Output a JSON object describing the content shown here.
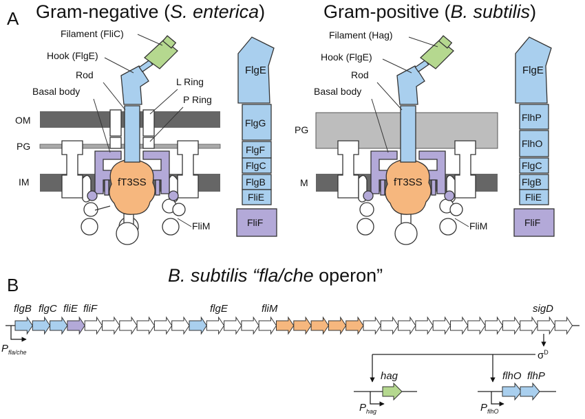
{
  "panel_a": {
    "letter": "A",
    "left_title": {
      "prefix": "Gram-negative (",
      "species": "S. enterica",
      "suffix": ")"
    },
    "right_title": {
      "prefix": "Gram-positive (",
      "species": "B. subtilis",
      "suffix": ")"
    },
    "left_labels": {
      "filament": "Filament (FliC)",
      "hook": "Hook (FlgE)",
      "rod": "Rod",
      "basal_body": "Basal body",
      "l_ring": "L Ring",
      "p_ring": "P Ring",
      "om": "OM",
      "pg": "PG",
      "im": "IM",
      "ft3ss": "fT3SS",
      "flim": "FliM"
    },
    "right_labels": {
      "filament": "Filament (Hag)",
      "hook": "Hook (FlgE)",
      "rod": "Rod",
      "basal_body": "Basal body",
      "pg": "PG",
      "m": "M",
      "ft3ss": "fT3SS",
      "flim": "FliM"
    },
    "left_stack": [
      "FlgE",
      "FlgG",
      "FlgF",
      "FlgC",
      "FlgB",
      "FliE",
      "FliF"
    ],
    "right_stack": [
      "FlgE",
      "FlhP",
      "FlhO",
      "FlgC",
      "FlgB",
      "FliE",
      "FliF"
    ]
  },
  "panel_b": {
    "letter": "B",
    "title": {
      "prefix": "B. subtilis “",
      "italic": "fla/che",
      "suffix": " operon”"
    },
    "gene_labels": {
      "flgB": "flgB",
      "flgC": "flgC",
      "fliE": "fliE",
      "fliF": "fliF",
      "flgE": "flgE",
      "fliM": "fliM",
      "sigD": "sigD",
      "hag": "hag",
      "flhO": "flhO",
      "flhP": "flhP"
    },
    "promoter_main": {
      "p": "P",
      "sub": "fla/che"
    },
    "promoter_hag": {
      "p": "P",
      "sub": "hag"
    },
    "promoter_flho": {
      "p": "P",
      "sub": "flhO"
    },
    "sigma": {
      "symbol": "σ",
      "sup": "D"
    }
  },
  "colors": {
    "blue": "#a9cfee",
    "purple": "#b3a9d8",
    "orange": "#f6b77e",
    "green": "#b5d88f",
    "dark_gray": "#666666",
    "light_gray": "#bdbdbd"
  }
}
